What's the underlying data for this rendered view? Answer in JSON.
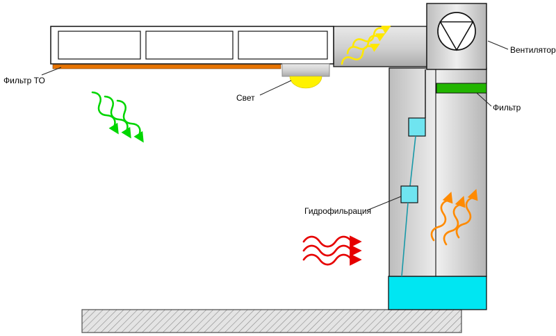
{
  "diagram": {
    "title": "ventilation-hood-hydrofiltration-scheme",
    "labels": {
      "filter_to": "Фильтр ТО",
      "light": "Свет",
      "fan": "Вентилятор",
      "filter": "Фильтр",
      "hydrofiltration": "Гидрофильрация"
    },
    "colors": {
      "filter_to_strip": "#E87400",
      "lamp_glow": "#FFF200",
      "filter_strip": "#22B500",
      "water": "#00E6F2",
      "nozzle": "#6FE4F0",
      "spray_line": "#1899A8",
      "arrow_duct_yellow": "#FFE800",
      "arrow_intake_green": "#00D600",
      "arrow_inflow_red": "#E60000",
      "arrow_column_orange": "#FF8A00"
    }
  }
}
